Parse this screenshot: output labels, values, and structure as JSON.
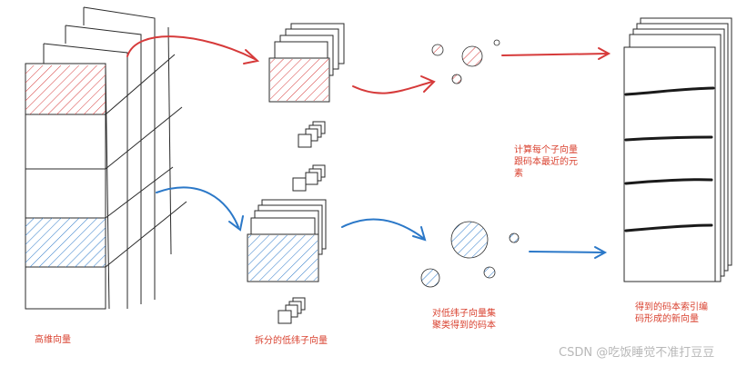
{
  "labels": {
    "high_dim_vector": "高维向量",
    "split_subvectors": "拆分的低纬子向量",
    "compute_nearest": "计算每个子向量\n跟码本最近的元\n素",
    "cluster_codebook": "对低纬子向量集\n聚类得到的码本",
    "new_vector": "得到的码本索引编\n码形成的新向量"
  },
  "watermark": "CSDN @吃饭睡觉不准打豆豆",
  "colors": {
    "red": "#d63a3a",
    "blue": "#2b78c8",
    "ink": "#2a2a2a",
    "label_red": "#d9412f",
    "watermark": "#b8b8b8"
  }
}
